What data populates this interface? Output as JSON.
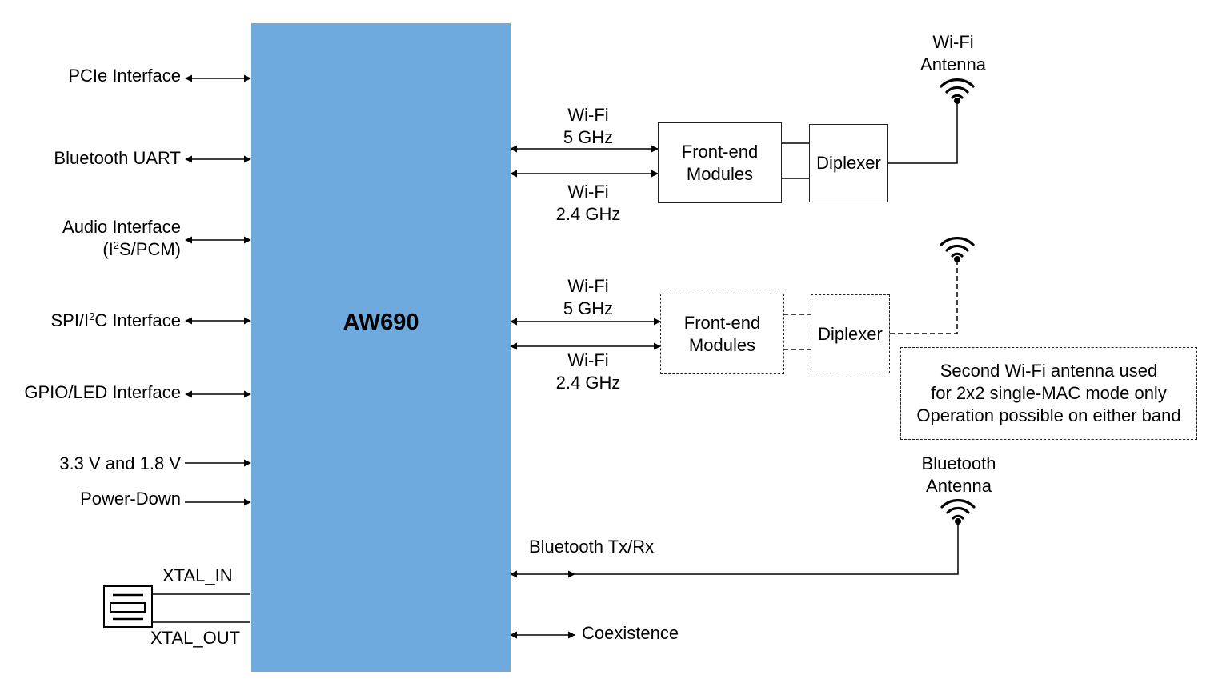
{
  "chip": {
    "name": "AW690",
    "fill_color": "#6eaadd"
  },
  "left_interfaces": [
    {
      "label": "PCIe Interface",
      "direction": "bidirectional"
    },
    {
      "label": "Bluetooth UART",
      "direction": "bidirectional"
    },
    {
      "label_line1": "Audio Interface",
      "label_line2_pre": "(I",
      "label_line2_sup": "2",
      "label_line2_post": "S/PCM)",
      "direction": "bidirectional"
    },
    {
      "label_pre": "SPI/I",
      "label_sup": "2",
      "label_post": "C Interface",
      "direction": "bidirectional"
    },
    {
      "label": "GPIO/LED Interface",
      "direction": "bidirectional"
    },
    {
      "label": "3.3 V and 1.8 V",
      "direction": "input"
    },
    {
      "label": "Power-Down",
      "direction": "input"
    }
  ],
  "crystal": {
    "xtal_in": "XTAL_IN",
    "xtal_out": "XTAL_OUT"
  },
  "wifi_chain_primary": {
    "band_5g": {
      "line1": "Wi-Fi",
      "line2": "5 GHz"
    },
    "band_24g": {
      "line1": "Wi-Fi",
      "line2": "2.4 GHz"
    },
    "front_end": {
      "line1": "Front-end",
      "line2": "Modules"
    },
    "diplexer": "Diplexer",
    "antenna": {
      "line1": "Wi-Fi",
      "line2": "Antenna"
    }
  },
  "wifi_chain_secondary": {
    "band_5g": {
      "line1": "Wi-Fi",
      "line2": "5 GHz"
    },
    "band_24g": {
      "line1": "Wi-Fi",
      "line2": "2.4 GHz"
    },
    "front_end": {
      "line1": "Front-end",
      "line2": "Modules"
    },
    "diplexer": "Diplexer",
    "note": {
      "line1": "Second Wi-Fi antenna used",
      "line2": "for 2x2 single-MAC mode only",
      "line3": "Operation possible on either band"
    }
  },
  "bluetooth": {
    "txrx_label": "Bluetooth Tx/Rx",
    "antenna": {
      "line1": "Bluetooth",
      "line2": "Antenna"
    }
  },
  "coexistence": {
    "label": "Coexistence"
  }
}
